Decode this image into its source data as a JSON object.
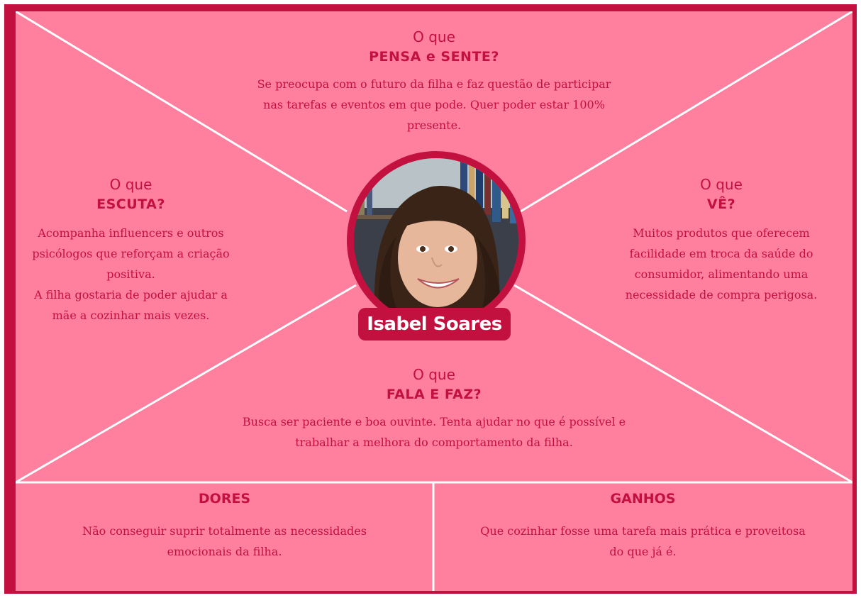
{
  "persona": {
    "name": "Isabel Soares"
  },
  "thinks": {
    "prefix": "O que",
    "heading": "PENSA e SENTE?",
    "text": "Se preocupa com o futuro da filha e faz questão de participar\nnas tarefas e eventos em que pode. Quer poder estar 100%\npresente."
  },
  "hears": {
    "prefix": "O que",
    "heading": "ESCUTA?",
    "text": "Acompanha influencers e outros\npsicólogos que reforçam a criação\npositiva.\nA filha gostaria de poder ajudar a\nmãe a cozinhar mais vezes."
  },
  "sees": {
    "prefix": "O que",
    "heading": "VÊ?",
    "text": "Muitos produtos que oferecem\nfacilidade em troca da saúde do\nconsumidor, alimentando uma\nnecessidade de compra perigosa."
  },
  "says_does": {
    "prefix": "O que",
    "heading": "FALA E FAZ?",
    "text": "Busca ser paciente e boa ouvinte. Tenta ajudar no que é possível e\ntrabalhar a melhora do comportamento da filha."
  },
  "pains": {
    "heading": "DORES",
    "text": "Não conseguir suprir totalmente as necessidades\nemocionais da filha."
  },
  "gains": {
    "heading": "GANHOS",
    "text": "Que cozinhar fosse uma tarefa mais prática e proveitosa\ndo que já é."
  },
  "colors": {
    "frame": "#c2113f",
    "background": "#ff7f9f",
    "lines": "#ffffff",
    "text": "#c2113f"
  }
}
